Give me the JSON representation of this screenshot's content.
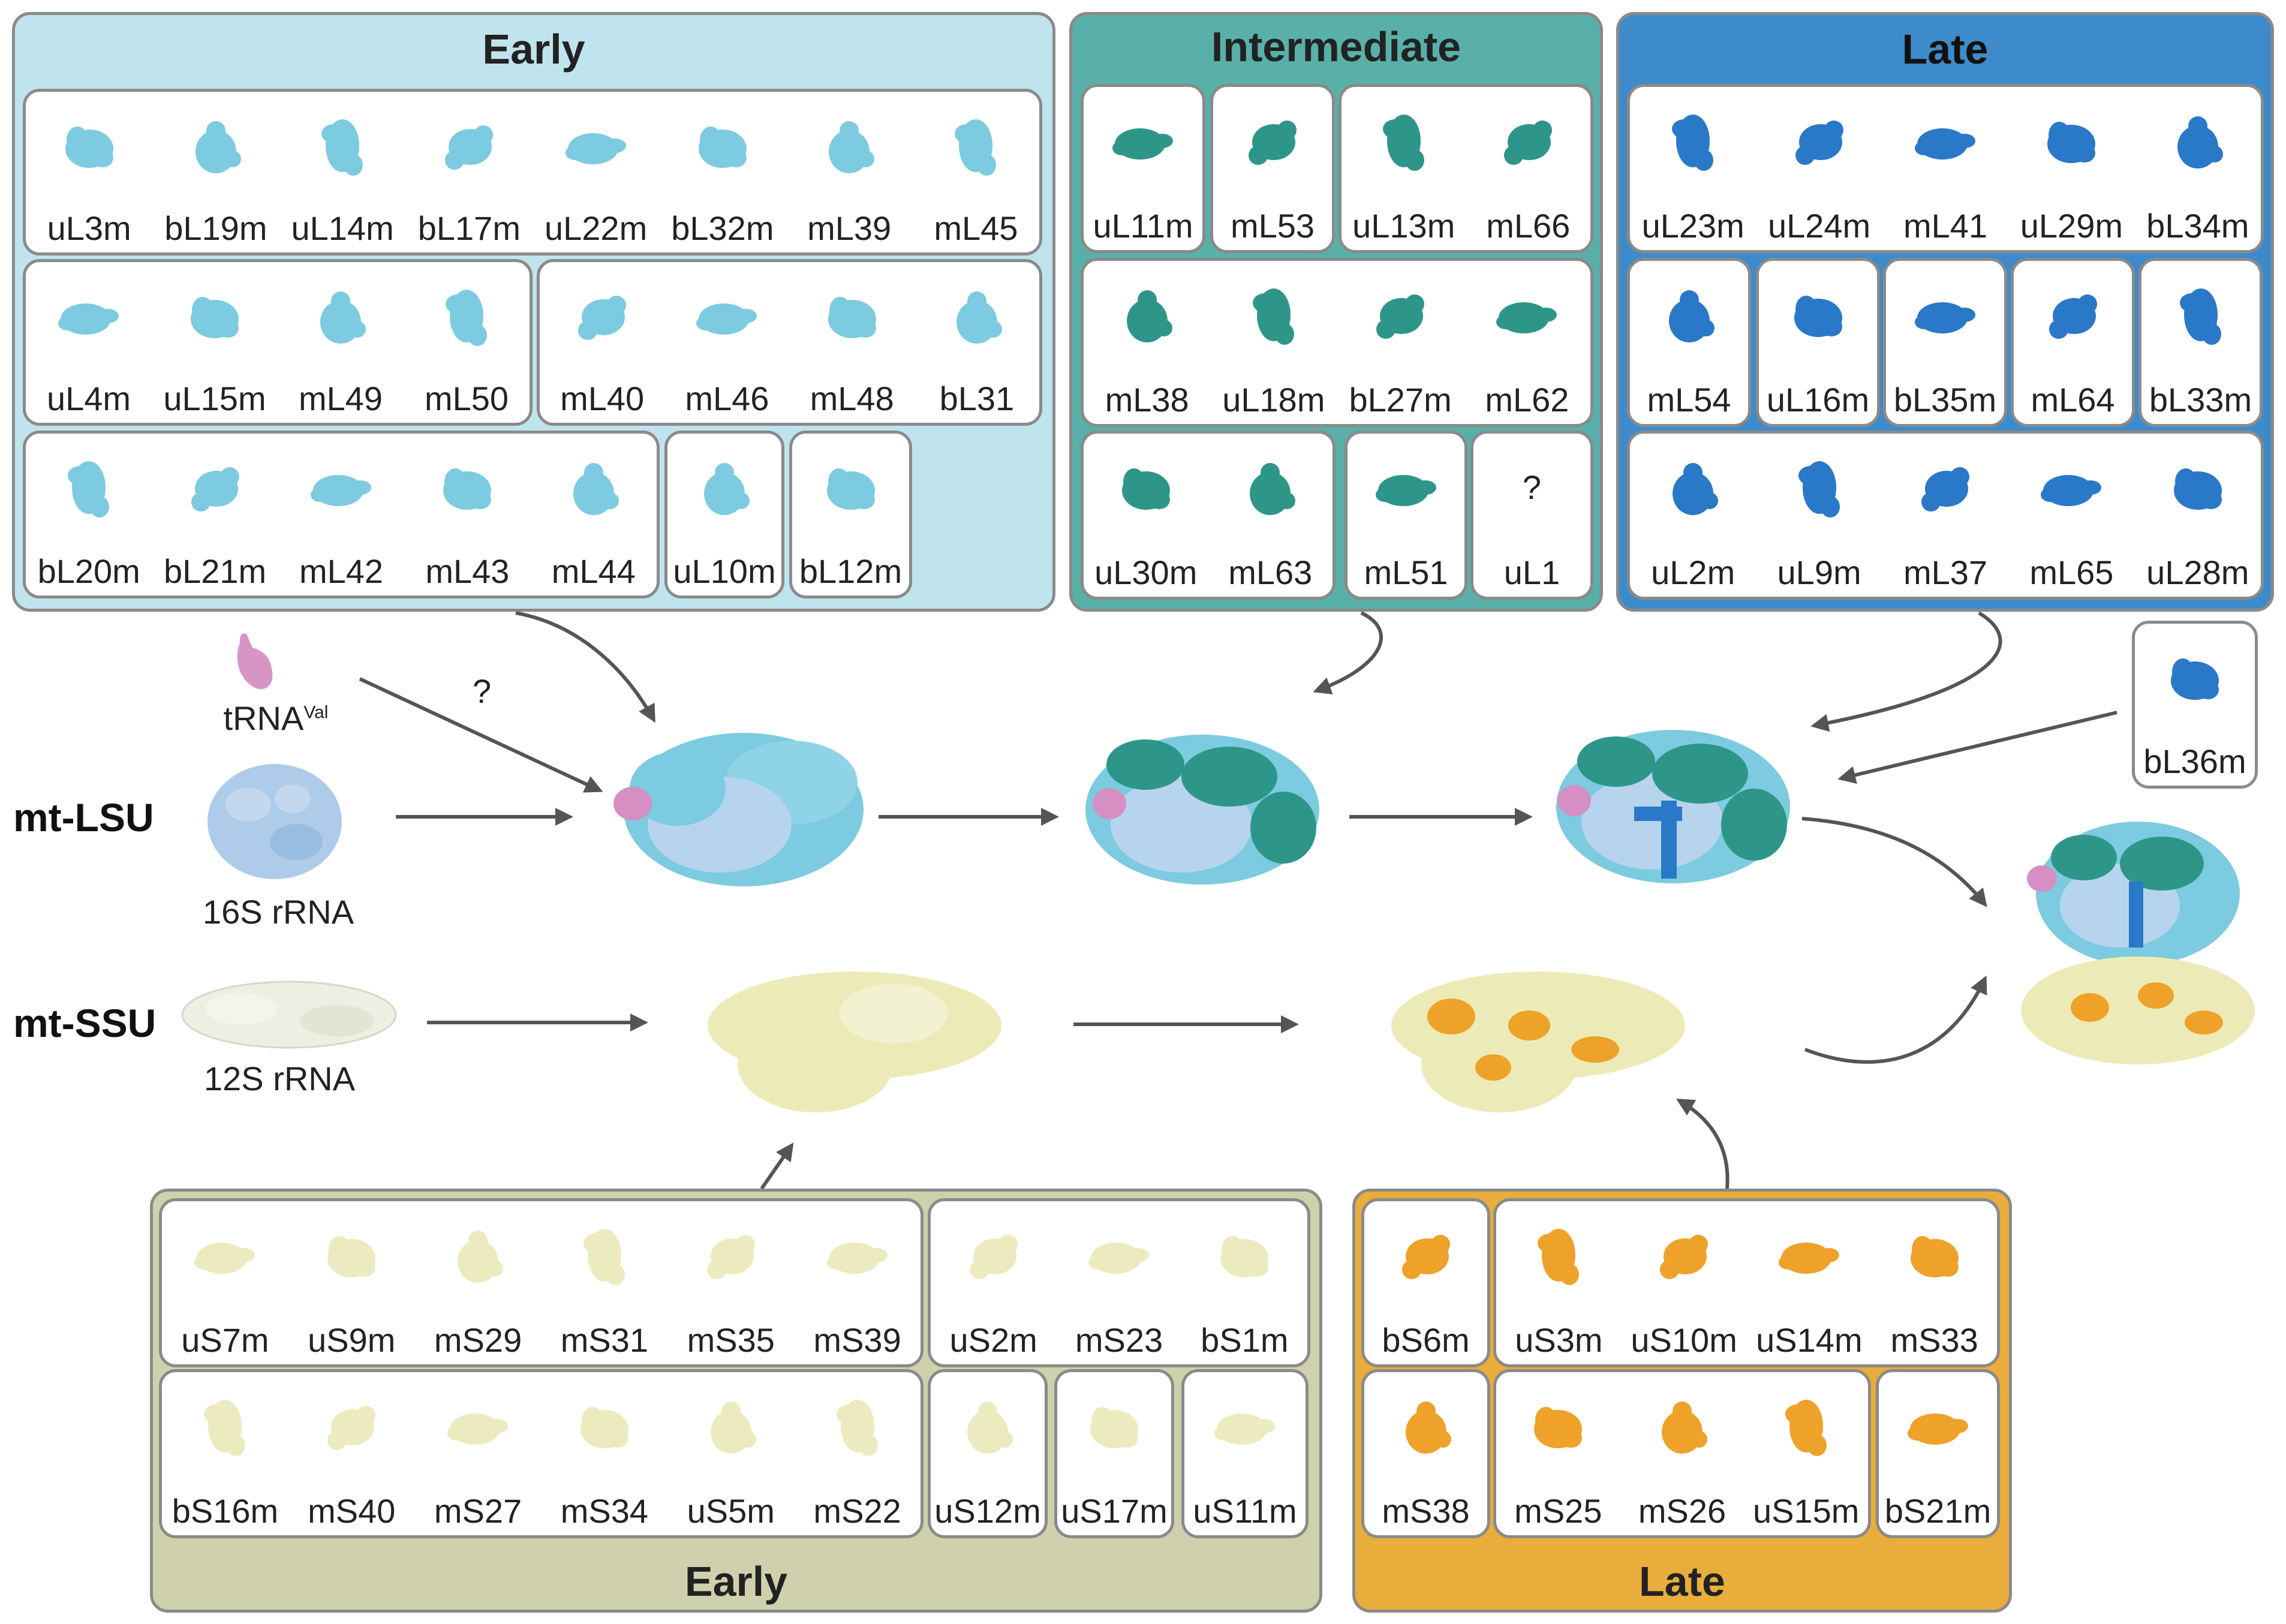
{
  "colors": {
    "early_lsu_bg": "#bfe4ee",
    "early_lsu_protein": "#7ccbe0",
    "inter_bg": "#58b0a8",
    "inter_protein": "#2e9688",
    "late_lsu_bg": "#3d8bcb",
    "late_lsu_protein": "#2a78c8",
    "early_ssu_bg": "#cfd1ac",
    "early_ssu_protein": "#ecebc0",
    "late_ssu_bg": "#e8ad3a",
    "late_ssu_protein": "#eea22a",
    "trna": "#d58fc2",
    "rrna16s": "#aecbe9",
    "rrna12s": "#eeeee2",
    "lsu_core": "#8bd0e3",
    "ssu_core": "#ecebb8"
  },
  "panels": {
    "lsu_early": {
      "title": "Early"
    },
    "lsu_intermediate": {
      "title": "Intermediate"
    },
    "lsu_late": {
      "title": "Late"
    },
    "ssu_early": {
      "title": "Early"
    },
    "ssu_late": {
      "title": "Late"
    }
  },
  "groups": [
    {
      "panel": "lsu_early",
      "proteins": [
        "uL3m",
        "bL19m",
        "uL14m",
        "bL17m",
        "uL22m",
        "bL32m",
        "mL39",
        "mL45"
      ]
    },
    {
      "panel": "lsu_early",
      "proteins": [
        "uL4m",
        "uL15m",
        "mL49",
        "mL50"
      ]
    },
    {
      "panel": "lsu_early",
      "proteins": [
        "mL40",
        "mL46",
        "mL48",
        "bL31"
      ]
    },
    {
      "panel": "lsu_early",
      "proteins": [
        "bL20m",
        "bL21m",
        "mL42",
        "mL43",
        "mL44"
      ]
    },
    {
      "panel": "lsu_early",
      "proteins": [
        "uL10m"
      ]
    },
    {
      "panel": "lsu_early",
      "proteins": [
        "bL12m"
      ]
    },
    {
      "panel": "lsu_intermediate",
      "proteins": [
        "uL11m"
      ]
    },
    {
      "panel": "lsu_intermediate",
      "proteins": [
        "mL53"
      ]
    },
    {
      "panel": "lsu_intermediate",
      "proteins": [
        "uL13m",
        "mL66"
      ]
    },
    {
      "panel": "lsu_intermediate",
      "proteins": [
        "mL38",
        "uL18m",
        "bL27m",
        "mL62"
      ]
    },
    {
      "panel": "lsu_intermediate",
      "proteins": [
        "uL30m",
        "mL63"
      ]
    },
    {
      "panel": "lsu_intermediate",
      "proteins": [
        "mL51"
      ]
    },
    {
      "panel": "lsu_intermediate",
      "proteins": [
        "uL1"
      ]
    },
    {
      "panel": "lsu_late",
      "proteins": [
        "uL23m",
        "uL24m",
        "mL41",
        "uL29m",
        "bL34m"
      ]
    },
    {
      "panel": "lsu_late",
      "proteins": [
        "mL54"
      ]
    },
    {
      "panel": "lsu_late",
      "proteins": [
        "uL16m"
      ]
    },
    {
      "panel": "lsu_late",
      "proteins": [
        "bL35m"
      ]
    },
    {
      "panel": "lsu_late",
      "proteins": [
        "mL64"
      ]
    },
    {
      "panel": "lsu_late",
      "proteins": [
        "bL33m"
      ]
    },
    {
      "panel": "lsu_late",
      "proteins": [
        "uL2m",
        "uL9m",
        "mL37",
        "mL65",
        "uL28m"
      ]
    },
    {
      "panel": "lsu_late_extra",
      "proteins": [
        "bL36m"
      ]
    },
    {
      "panel": "ssu_early",
      "proteins": [
        "uS7m",
        "uS9m",
        "mS29",
        "mS31",
        "mS35",
        "mS39"
      ]
    },
    {
      "panel": "ssu_early",
      "proteins": [
        "uS2m",
        "mS23",
        "bS1m"
      ]
    },
    {
      "panel": "ssu_early",
      "proteins": [
        "bS16m",
        "mS40",
        "mS27",
        "mS34",
        "uS5m",
        "mS22"
      ]
    },
    {
      "panel": "ssu_early",
      "proteins": [
        "uS12m"
      ]
    },
    {
      "panel": "ssu_early",
      "proteins": [
        "uS17m"
      ]
    },
    {
      "panel": "ssu_early",
      "proteins": [
        "uS11m"
      ]
    },
    {
      "panel": "ssu_late",
      "proteins": [
        "bS6m"
      ]
    },
    {
      "panel": "ssu_late",
      "proteins": [
        "uS3m",
        "uS10m",
        "uS14m",
        "mS33"
      ]
    },
    {
      "panel": "ssu_late",
      "proteins": [
        "mS38"
      ]
    },
    {
      "panel": "ssu_late",
      "proteins": [
        "mS25",
        "mS26",
        "uS15m"
      ]
    },
    {
      "panel": "ssu_late",
      "proteins": [
        "bS21m"
      ]
    }
  ],
  "labels": {
    "mt_lsu": "mt-LSU",
    "mt_ssu": "mt-SSU",
    "rrna_16s": "16S rRNA",
    "rrna_12s": "12S rRNA",
    "trna_base": "tRNA",
    "trna_sup": "Val",
    "question": "?",
    "uL1_placeholder": "?"
  }
}
